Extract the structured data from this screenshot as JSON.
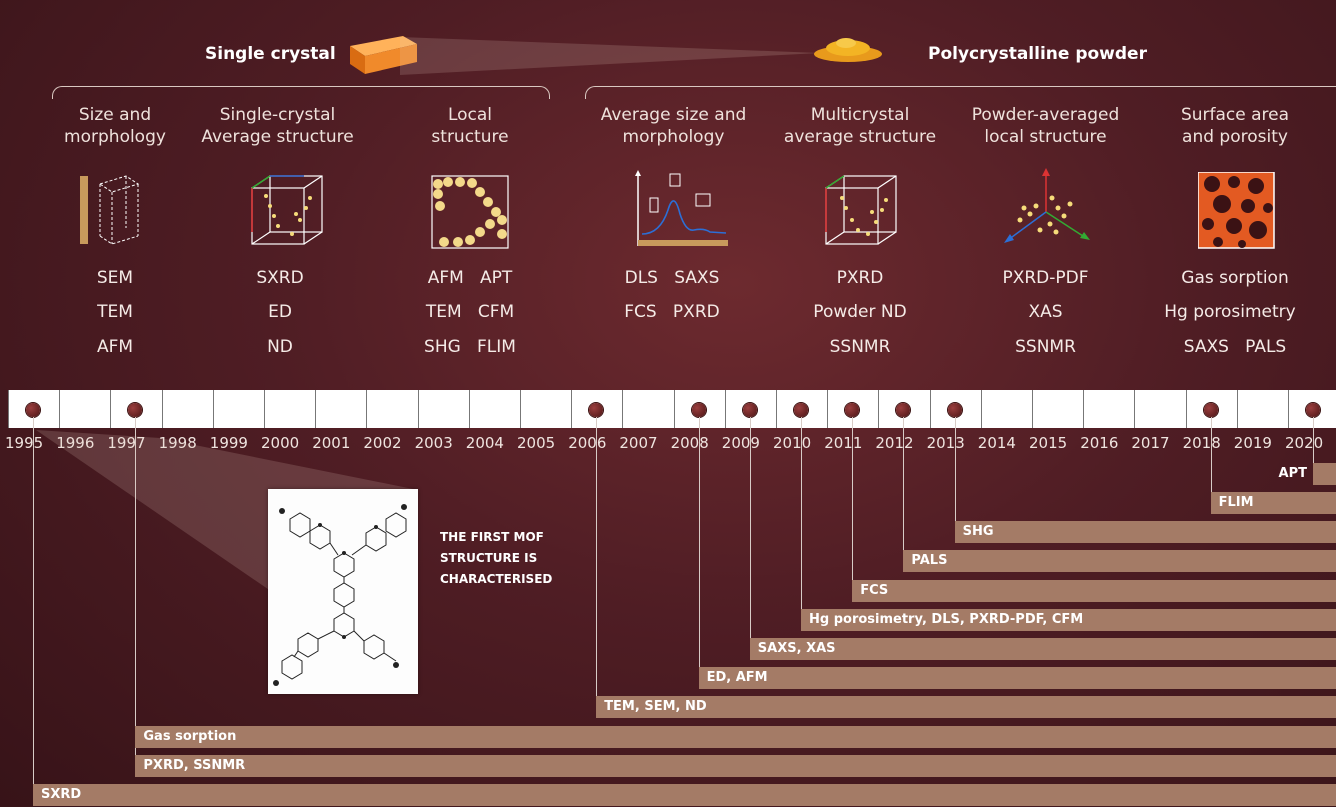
{
  "header": {
    "single_crystal": "Single crystal",
    "polycrystalline": "Polycrystalline powder"
  },
  "columns": [
    {
      "title": [
        "Size and",
        "morphology"
      ],
      "techniques": [
        "SEM",
        "TEM",
        "AFM"
      ],
      "icon": "crystal-size-ruler-icon"
    },
    {
      "title": [
        "Single-crystal",
        "Average structure"
      ],
      "techniques": [
        "SXRD",
        "ED",
        "ND"
      ],
      "icon": "unit-cell-box-icon"
    },
    {
      "title": [
        "Local",
        "structure"
      ],
      "techniques": [
        "AFM   APT",
        "TEM   CFM",
        "SHG   FLIM"
      ],
      "icon": "pore-structure-icon"
    },
    {
      "title": [
        "Average size and",
        "morphology"
      ],
      "techniques": [
        "DLS   SAXS",
        "FCS   PXRD"
      ],
      "icon": "size-distribution-plot-icon"
    },
    {
      "title": [
        "Multicrystal",
        "average structure"
      ],
      "techniques": [
        "PXRD",
        "Powder ND",
        "SSNMR"
      ],
      "icon": "powder-unit-cell-icon"
    },
    {
      "title": [
        "Powder-averaged",
        "local structure"
      ],
      "techniques": [
        "PXRD-PDF",
        "XAS",
        "SSNMR"
      ],
      "icon": "local-coordination-axes-icon"
    },
    {
      "title": [
        "Surface area",
        "and porosity"
      ],
      "techniques": [
        "Gas sorption",
        "Hg porosimetry",
        "SAXS   PALS"
      ],
      "icon": "porous-surface-icon"
    }
  ],
  "years": [
    "1995",
    "1996",
    "1997",
    "1998",
    "1999",
    "2000",
    "2001",
    "2002",
    "2003",
    "2004",
    "2005",
    "2006",
    "2007",
    "2008",
    "2009",
    "2010",
    "2011",
    "2012",
    "2013",
    "2014",
    "2015",
    "2016",
    "2017",
    "2018",
    "2019",
    "2020"
  ],
  "milestones": [
    {
      "year": 1995,
      "label": "SXRD"
    },
    {
      "year": 1997,
      "label": "PXRD, SSNMR"
    },
    {
      "year": 1997,
      "label": "Gas sorption"
    },
    {
      "year": 2006,
      "label": "TEM, SEM, ND"
    },
    {
      "year": 2008,
      "label": "ED, AFM"
    },
    {
      "year": 2009,
      "label": "SAXS, XAS"
    },
    {
      "year": 2010,
      "label": "Hg porosimetry, DLS, PXRD-PDF, CFM"
    },
    {
      "year": 2011,
      "label": "FCS"
    },
    {
      "year": 2012,
      "label": "PALS"
    },
    {
      "year": 2013,
      "label": "SHG"
    },
    {
      "year": 2018,
      "label": "FLIM"
    },
    {
      "year": 2020,
      "label": "APT"
    }
  ],
  "first_mof_text": [
    "THE FIRST MOF",
    "STRUCTURE IS",
    "CHARACTERISED"
  ],
  "colors": {
    "bar": "#a47b66",
    "background": "#4f1d24",
    "crystal": "#f08a2b",
    "powder": "#f3b424"
  }
}
